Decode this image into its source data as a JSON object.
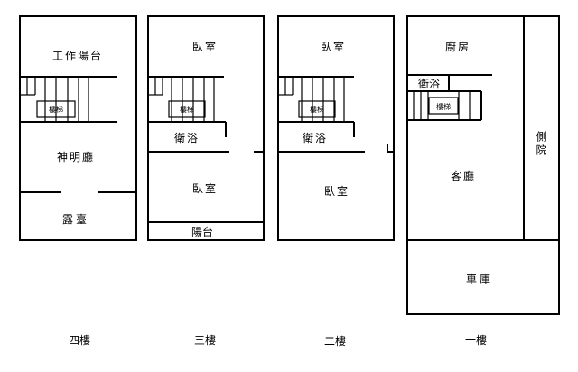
{
  "floors": {
    "f4": {
      "caption": "四樓",
      "rooms": {
        "balcony_work": "工作陽台",
        "stairs": "樓梯",
        "shrine": "神明廳",
        "terrace": "露臺"
      }
    },
    "f3": {
      "caption": "三樓",
      "rooms": {
        "bedroom_top": "臥室",
        "stairs": "樓梯",
        "bath": "衛浴",
        "bedroom_bottom": "臥室",
        "balcony": "陽台"
      }
    },
    "f2": {
      "caption": "二樓",
      "rooms": {
        "bedroom_top": "臥室",
        "stairs": "樓梯",
        "bath": "衛浴",
        "bedroom_bottom": "臥室"
      }
    },
    "f1": {
      "caption": "一樓",
      "rooms": {
        "kitchen": "廚房",
        "bath": "衛浴",
        "stairs": "樓梯",
        "living": "客廳",
        "garage": "車庫",
        "side_yard": "側院"
      }
    }
  }
}
